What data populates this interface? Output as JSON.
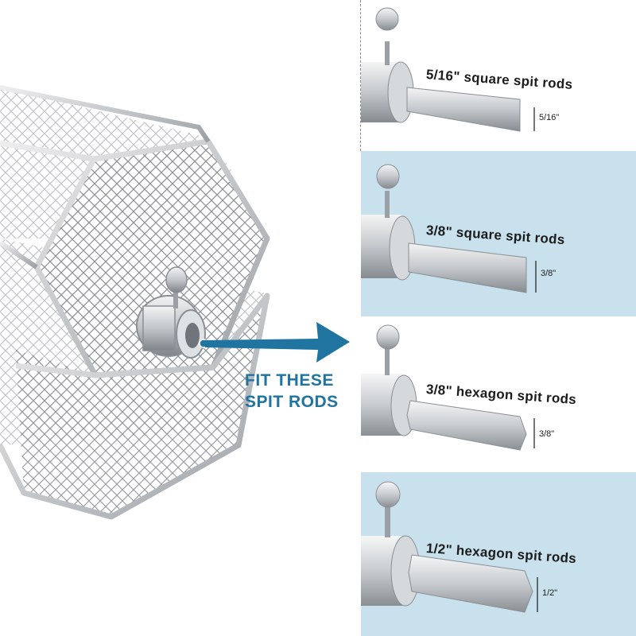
{
  "colors": {
    "accent": "#1f74a0",
    "panel_blue": "#c8e1ec",
    "steel": "#b8bcc0"
  },
  "callout": {
    "line1": "FIT THESE",
    "line2": "SPIT RODS"
  },
  "rods": [
    {
      "label": "5/16\" square spit rods",
      "size": "5/16\"",
      "shape": "square"
    },
    {
      "label": "3/8\" square spit rods",
      "size": "3/8\"",
      "shape": "square"
    },
    {
      "label": "3/8\" hexagon spit rods",
      "size": "3/8\"",
      "shape": "hexagon"
    },
    {
      "label": "1/2\" hexagon spit rods",
      "size": "1/2\"",
      "shape": "hexagon"
    }
  ]
}
